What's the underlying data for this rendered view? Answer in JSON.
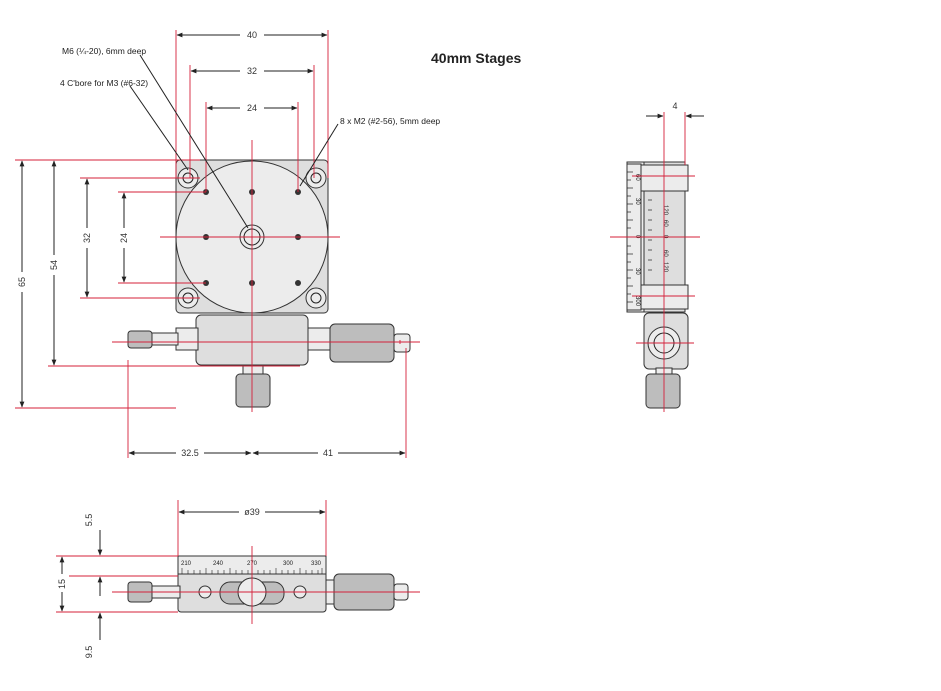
{
  "title": "40mm Stages",
  "labels": {
    "m6": "M6 (¼-20), 6mm deep",
    "cbore": "4 C'bore for M3 (#6-32)",
    "m2": "8 x M2 (#2-56), 5mm deep"
  },
  "top_view": {
    "dim_40": "40",
    "dim_32_h": "32",
    "dim_24_h": "24",
    "dim_65": "65",
    "dim_54": "54",
    "dim_32_v": "32",
    "dim_24_v": "24",
    "dim_32_5": "32.5",
    "dim_41": "41"
  },
  "side_view": {
    "dim_4": "4",
    "scale_left": [
      "60",
      "30",
      "0",
      "30",
      "300"
    ],
    "scale_right": [
      "120",
      "60",
      "0",
      "60",
      "120"
    ]
  },
  "front_view": {
    "dim_39": "ø39",
    "dim_5_5": "5.5",
    "dim_15": "15",
    "dim_9_5": "9.5",
    "scale": [
      "210",
      "240",
      "270",
      "300",
      "330"
    ]
  },
  "colors": {
    "accent": "#d4213a",
    "body": "#dedede",
    "line": "#333333"
  }
}
